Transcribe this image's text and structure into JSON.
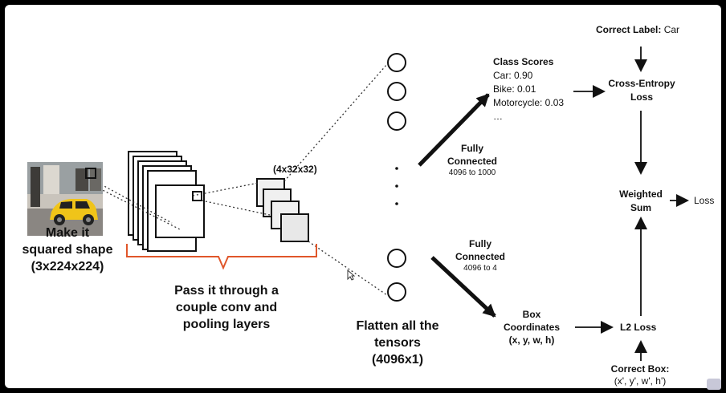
{
  "input": {
    "caption_line1": "Make it",
    "caption_line2": "squared shape",
    "caption_line3": "(3x224x224)"
  },
  "conv": {
    "caption_line1": "Pass it through a",
    "caption_line2": "couple conv and",
    "caption_line3": "pooling layers",
    "pool_size_label": "(4x32x32)"
  },
  "flatten": {
    "caption_line1": "Flatten all the",
    "caption_line2": "tensors",
    "caption_line3": "(4096x1)"
  },
  "fc_class": {
    "line1": "Fully",
    "line2": "Connected",
    "dims": "4096 to 1000"
  },
  "fc_box": {
    "line1": "Fully",
    "line2": "Connected",
    "dims": "4096 to 4"
  },
  "class_scores": {
    "title": "Class Scores",
    "rows": [
      "Car: 0.90",
      "Bike: 0.01",
      "Motorcycle: 0.03",
      "…"
    ]
  },
  "correct_label": {
    "label": "Correct Label:",
    "value": "Car"
  },
  "cross_entropy": {
    "line1": "Cross-Entropy",
    "line2": "Loss"
  },
  "weighted_sum": {
    "line1": "Weighted",
    "line2": "Sum"
  },
  "loss_output": "Loss",
  "l2_loss": "L2 Loss",
  "box_coords": {
    "line1": "Box",
    "line2": "Coordinates",
    "line3": "(x, y, w, h)"
  },
  "correct_box": {
    "line1": "Correct Box:",
    "line2": "(x', y', w', h')"
  },
  "colors": {
    "brace": "#e0562a",
    "background": "#ffffff",
    "frame": "#000000"
  },
  "icons": {
    "cursor": "cursor-icon"
  }
}
